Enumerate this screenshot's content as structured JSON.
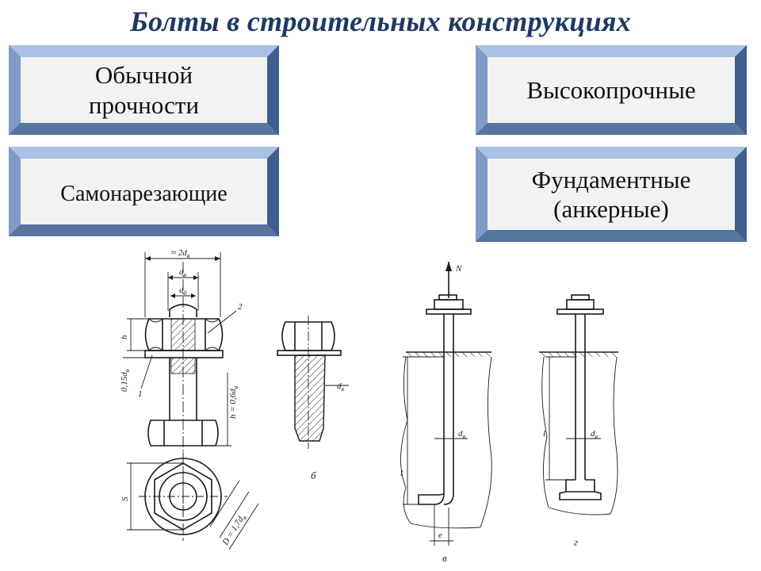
{
  "title": "Болты в строительных конструкциях",
  "boxes": {
    "normal_line1": "Обычной",
    "normal_line2": "прочности",
    "high_strength": "Высокопрочные",
    "self_tapping": "Самонарезающие",
    "foundation_line1": "Фундаментные",
    "foundation_line2": "(анкерные)"
  },
  "colors": {
    "title": "#1f3864",
    "bevel_outer": "#4f6f9a",
    "bevel_light": "#a9c1e4",
    "bevel_mid": "#7f9cc6",
    "bevel_dark": "#3f5f8e",
    "box_face": "#f2f2f2"
  },
  "drawing": {
    "a": {
      "dim_width": "≈ 2d",
      "dim_width_sub": "в",
      "dim_d": "d",
      "dim_d_sub": "в",
      "dim_d0": "d",
      "dim_d0_sub": "0",
      "leader_2": "2",
      "leader_1": "1",
      "dim_h": "h",
      "dim_washer": "0,15d",
      "dim_washer_sub": "в",
      "dim_head": "h = 0,6d",
      "dim_head_sub": "в",
      "dim_S": "S",
      "dim_D": "D = 1,7d",
      "dim_D_sub": "в"
    },
    "b": {
      "dim_d": "d",
      "dim_d_sub": "в",
      "letter": "б"
    },
    "v": {
      "force": "N",
      "dim_d": "d",
      "dim_d_sub": "в",
      "dim_l": "l",
      "dim_e": "e",
      "letter": "в"
    },
    "g": {
      "dim_d": "d",
      "dim_d_sub": "в",
      "dim_l": "l",
      "letter": "г"
    }
  }
}
